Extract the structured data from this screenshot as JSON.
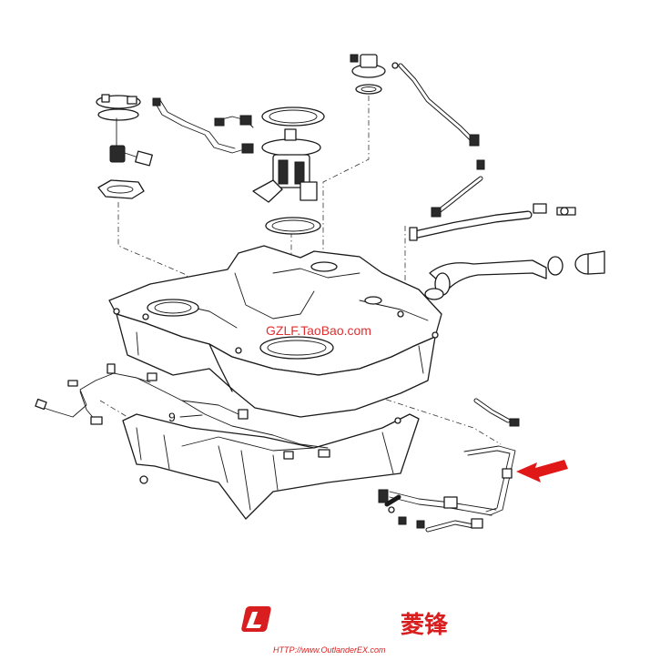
{
  "diagram": {
    "callout_number": "9",
    "watermark_text": "GZLF.TaoBao.com",
    "watermark_color": "#e03030",
    "arrow_color": "#e01818",
    "footer": {
      "logo_letter": "Ⓛ",
      "brand_text": "菱锋",
      "brand_color": "#d81e1e",
      "url": "HTTP://www.OutlanderEX.com"
    }
  }
}
